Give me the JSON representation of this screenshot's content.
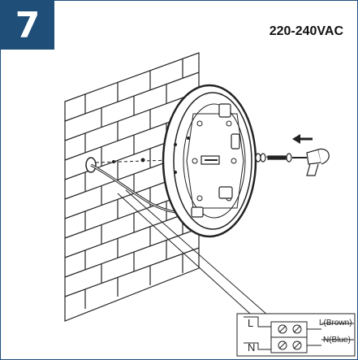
{
  "step": {
    "number": "7",
    "voltage": "220-240VAC"
  },
  "wiring": {
    "live_letter": "L",
    "neutral_letter": "N",
    "live_label": "L(Brown)",
    "neutral_label": "N(Blue)"
  },
  "icons": {
    "drill": "screwdriver-icon",
    "arrow": "arrow-left-icon"
  },
  "colors": {
    "accent": "#1f4e79"
  }
}
